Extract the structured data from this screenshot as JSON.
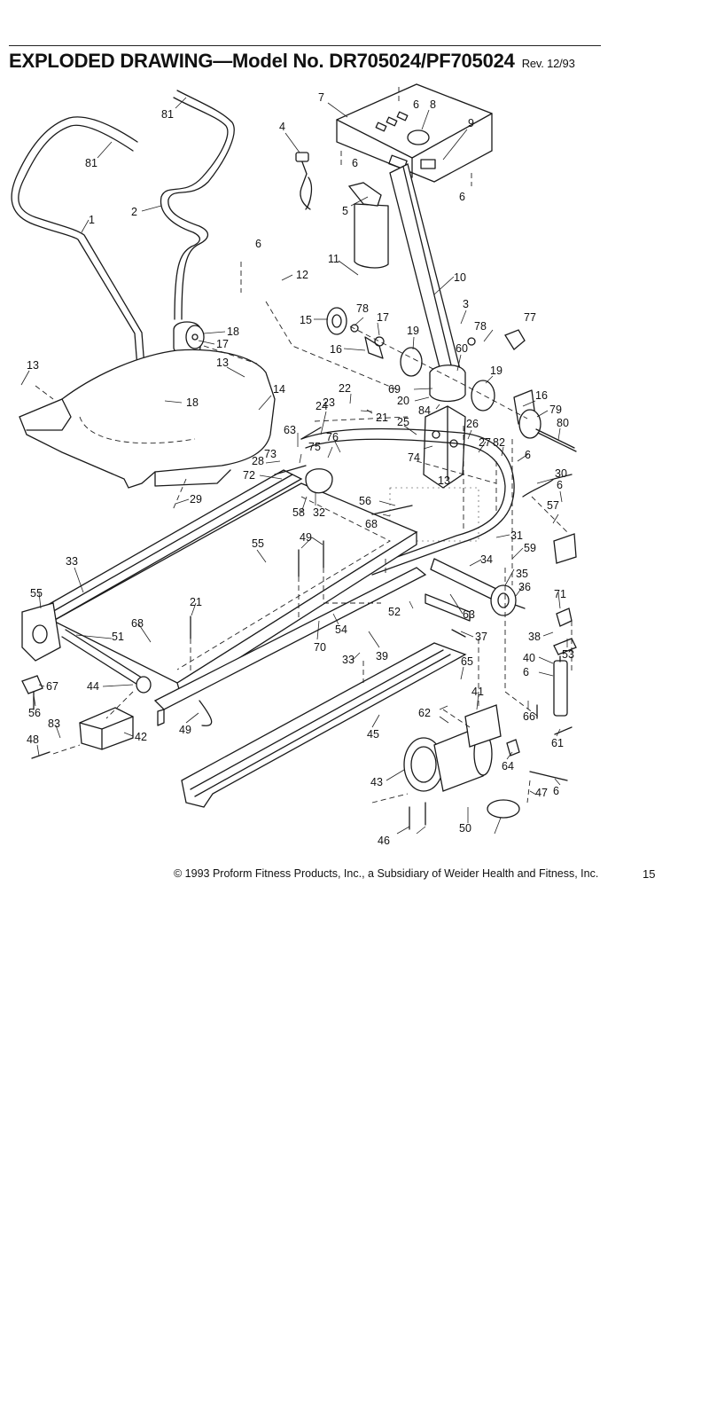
{
  "header": {
    "title": "EXPLODED DRAWING—Model No. DR705024/PF705024",
    "revision": "Rev. 12/93"
  },
  "footer": {
    "copyright": "© 1993 Proform Fitness Products, Inc., a Subsidiary of Weider Health and Fitness, Inc.",
    "page_number": "15"
  },
  "callouts": [
    "81",
    "81",
    "1",
    "2",
    "4",
    "7",
    "6",
    "8",
    "9",
    "6",
    "6",
    "5",
    "6",
    "12",
    "11",
    "10",
    "3",
    "78",
    "77",
    "15",
    "78",
    "17",
    "16",
    "18",
    "17",
    "19",
    "60",
    "19",
    "13",
    "13",
    "14",
    "18",
    "22",
    "23",
    "21",
    "69",
    "20",
    "84",
    "16",
    "79",
    "80",
    "24",
    "25",
    "26",
    "74",
    "27",
    "82",
    "6",
    "30",
    "73",
    "63",
    "75",
    "76",
    "28",
    "72",
    "13",
    "6",
    "29",
    "57",
    "56",
    "68",
    "58",
    "32",
    "31",
    "59",
    "55",
    "49",
    "33",
    "34",
    "35",
    "36",
    "71",
    "55",
    "21",
    "52",
    "63",
    "68",
    "51",
    "37",
    "38",
    "53",
    "54",
    "70",
    "39",
    "40",
    "6",
    "33",
    "65",
    "67",
    "44",
    "41",
    "66",
    "56",
    "83",
    "62",
    "42",
    "61",
    "49",
    "45",
    "64",
    "48",
    "43",
    "6",
    "47",
    "46",
    "50"
  ]
}
